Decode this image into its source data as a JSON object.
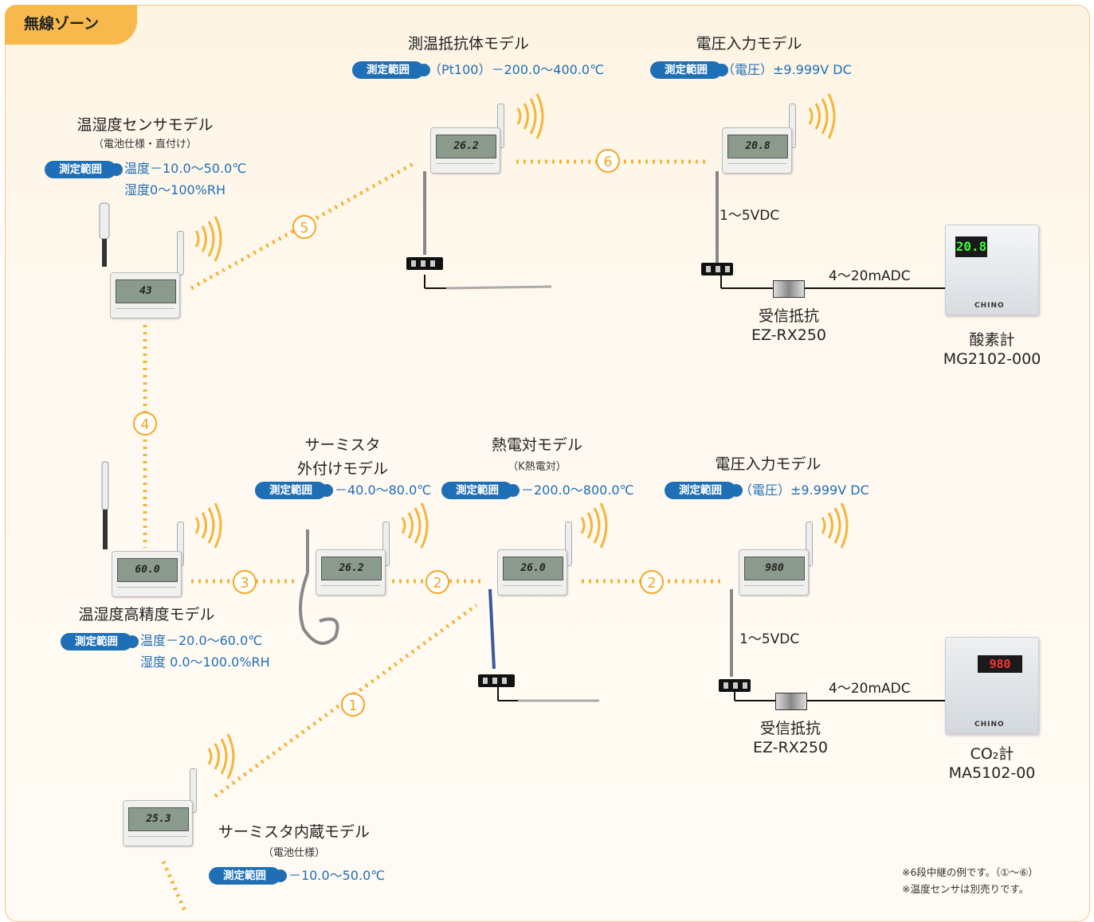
{
  "zone_label": "無線ゾーン",
  "badge_label": "測定範囲",
  "models": {
    "humid_batt": {
      "title": "温湿度センサモデル",
      "sub": "（電池仕様・直付け）",
      "range1": "温度－10.0～50.0℃",
      "range2": "湿度0～100%RH",
      "display": "43"
    },
    "rtd": {
      "title": "測温抵抗体モデル",
      "range": "（Pt100）－200.0～400.0℃",
      "display": "26.2"
    },
    "volt_top": {
      "title": "電圧入力モデル",
      "range": "（電圧）±9.999V DC",
      "display": "20.8"
    },
    "humid_hp": {
      "title": "温湿度高精度モデル",
      "range1": "温度－20.0～60.0℃",
      "range2": "湿度 0.0～100.0%RH",
      "display": "60.0"
    },
    "thermistor_ext": {
      "title1": "サーミスタ",
      "title2": "外付けモデル",
      "range": "－40.0～80.0℃",
      "display": "26.2"
    },
    "thermocouple": {
      "title": "熱電対モデル",
      "sub": "（K熱電対）",
      "range": "－200.0～800.0℃",
      "display": "26.0"
    },
    "volt_bottom": {
      "title": "電圧入力モデル",
      "range": "（電圧）±9.999V DC",
      "display": "980"
    },
    "thermistor_int": {
      "title": "サーミスタ内蔵モデル",
      "sub": "（電池仕様）",
      "range": "－10.0～50.0℃",
      "display": "25.3"
    }
  },
  "top_chain": {
    "voltage": "1～5VDC",
    "current": "4～20mADC",
    "resistor1": "受信抵抗",
    "resistor2": "EZ-RX250",
    "meter1": "酸素計",
    "meter2": "MG2102-000",
    "meter_display": "20.8",
    "brand": "CHINO"
  },
  "bottom_chain": {
    "voltage": "1～5VDC",
    "current": "4～20mADC",
    "resistor1": "受信抵抗",
    "resistor2": "EZ-RX250",
    "meter1": "CO₂計",
    "meter2": "MA5102-00",
    "meter_display": "980",
    "brand": "CHINO"
  },
  "hops": [
    "1",
    "2",
    "2",
    "3",
    "4",
    "5",
    "6"
  ],
  "notes": {
    "line1": "※6段中継の例です。（①～⑥）",
    "line2": "※温度センサは別売りです。"
  },
  "colors": {
    "accent": "#f5a623",
    "badge": "#1f6fb6",
    "zone_tab": "#f7b94c"
  }
}
